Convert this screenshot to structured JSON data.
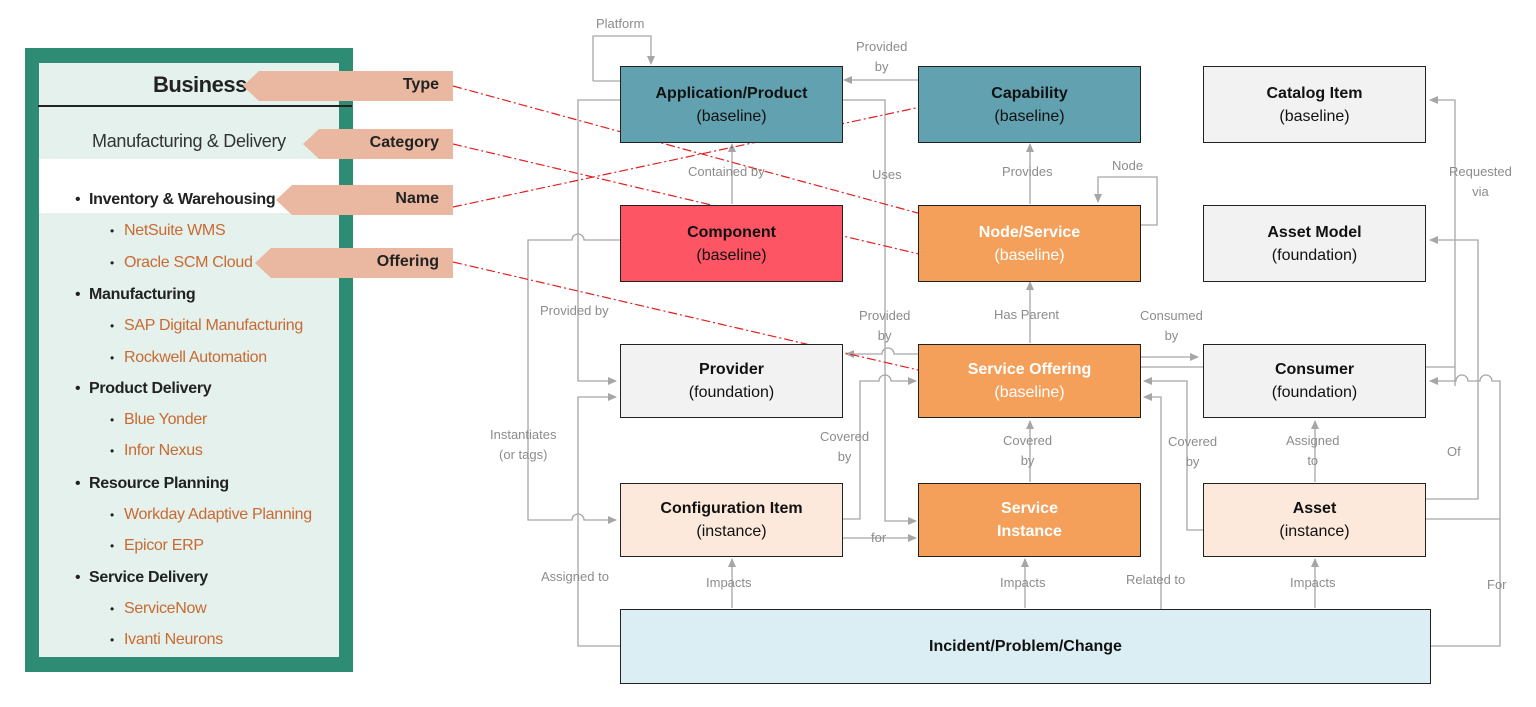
{
  "panel": {
    "title": "Business",
    "category": "Manufacturing & Delivery",
    "tags": {
      "type": "Type",
      "category": "Category",
      "name": "Name",
      "offering": "Offering"
    },
    "groups": [
      {
        "name": "Inventory & Warehousing",
        "items": [
          "NetSuite WMS",
          "Oracle SCM Cloud"
        ]
      },
      {
        "name": "Manufacturing",
        "items": [
          "SAP Digital Manufacturing",
          "Rockwell Automation"
        ]
      },
      {
        "name": "Product Delivery",
        "items": [
          "Blue Yonder",
          "Infor Nexus"
        ]
      },
      {
        "name": "Resource Planning",
        "items": [
          "Workday Adaptive Planning",
          "Epicor ERP"
        ]
      },
      {
        "name": "Service Delivery",
        "items": [
          "ServiceNow",
          "Ivanti Neurons"
        ]
      }
    ]
  },
  "nodes": {
    "app": {
      "title": "Application/Product",
      "sub": "(baseline)"
    },
    "capability": {
      "title": "Capability",
      "sub": "(baseline)"
    },
    "catalog": {
      "title": "Catalog Item",
      "sub": "(baseline)"
    },
    "component": {
      "title": "Component",
      "sub": "(baseline)"
    },
    "nodeservice": {
      "title": "Node/Service",
      "sub": "(baseline)"
    },
    "assetmodel": {
      "title": "Asset Model",
      "sub": "(foundation)"
    },
    "provider": {
      "title": "Provider",
      "sub": "(foundation)"
    },
    "offering": {
      "title": "Service Offering",
      "sub": "(baseline)"
    },
    "consumer": {
      "title": "Consumer",
      "sub": "(foundation)"
    },
    "ci": {
      "title": "Configuration Item",
      "sub": "(instance)"
    },
    "instance": {
      "title": "Service",
      "sub": "Instance"
    },
    "asset": {
      "title": "Asset",
      "sub": "(instance)"
    },
    "incident": {
      "title": "Incident/Problem/Change"
    }
  },
  "edge_labels": {
    "platform": "Platform",
    "provided_by_top": "Provided\nby",
    "contained_by": "Contained by",
    "uses": "Uses",
    "provides": "Provides",
    "node": "Node",
    "requested_via": "Requested\nvia",
    "provided_by_left": "Provided by",
    "provided_by_mid": "Provided\nby",
    "has_parent": "Has Parent",
    "consumed_by": "Consumed\nby",
    "instantiates": "Instantiates\n(or tags)",
    "covered_by_ci": "Covered\nby",
    "covered_by_instance": "Covered\nby",
    "covered_by_asset": "Covered\nby",
    "assigned_to_consumer": "Assigned\nto",
    "of": "Of",
    "for_ci": "for",
    "assigned_to": "Assigned to",
    "impacts_ci": "Impacts",
    "impacts_instance": "Impacts",
    "related_to": "Related to",
    "impacts_asset": "Impacts",
    "for_incident": "For"
  },
  "colors": {
    "teal": "#62a1b0",
    "red": "#fd5564",
    "orange": "#f4a05a",
    "grey": "#f2f2f2",
    "peach": "#fce9dc",
    "light_blue": "#dbeef3",
    "panel_green": "#2e8b74",
    "tag": "#eab8a0",
    "link_red": "#e02020",
    "wire": "#a6a6a6"
  }
}
